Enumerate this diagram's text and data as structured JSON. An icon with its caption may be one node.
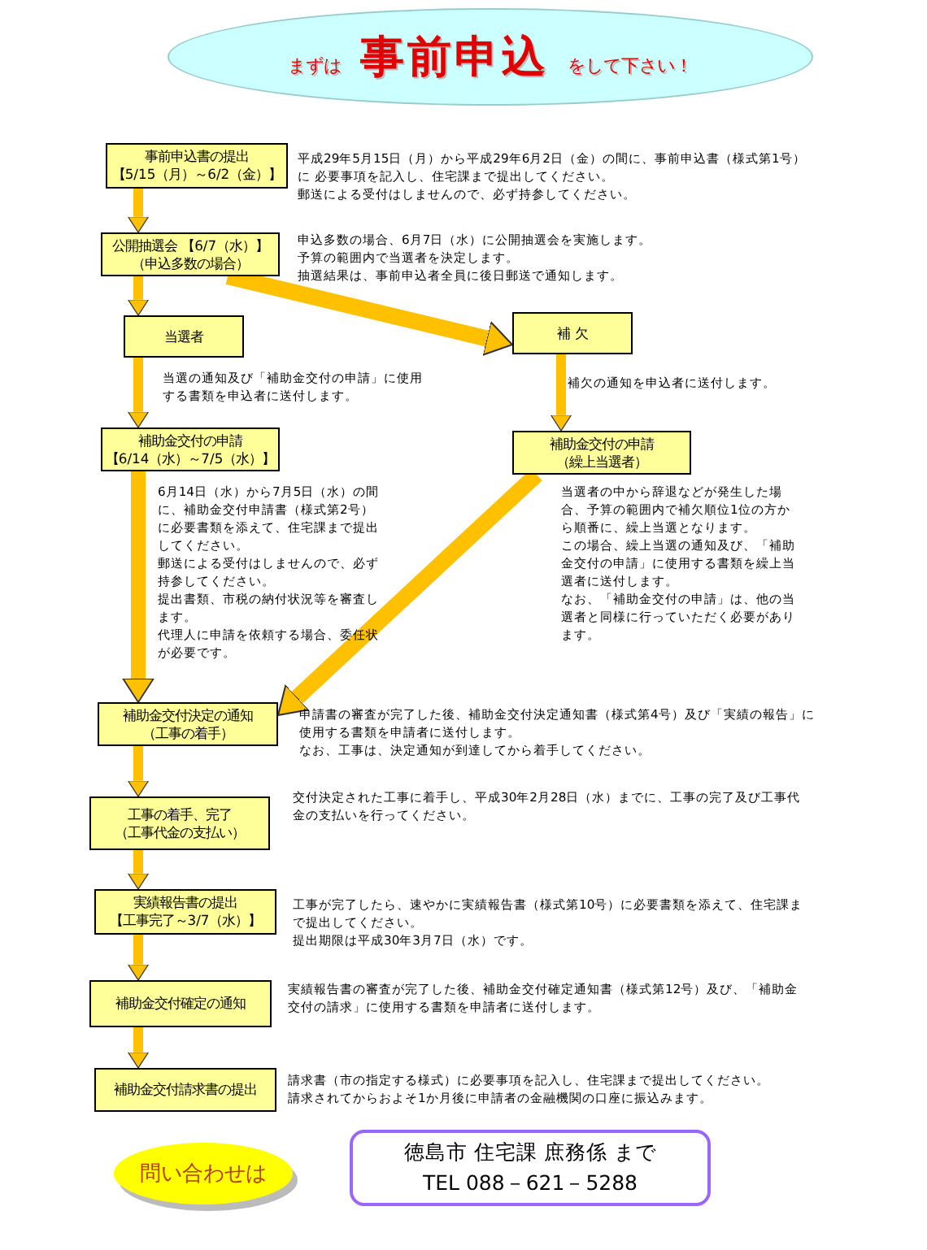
{
  "diagram": {
    "nodes": [
      {
        "text": [
          "まずは **事前申込** をして下さい！"
        ]
      },
      {
        "text": [
          "事前申込書の提出",
          "【5/15（月）～6/2（金）】"
        ],
        "beside": [
          "平成29年5月15日（月）から平成29年6月2日（金）の間に、事前申込書（様式第1号）に 必要事項を記入し、住宅課まで提出してください。",
          "郵送による受付はしませんので、必ず持参してください。"
        ]
      },
      {
        "text": [
          "公開抽選会 【6/7（水）】",
          "（申込多数の場合）"
        ],
        "beside": [
          "申込多数の場合、6月7日（水）に公開抽選会を実施します。",
          "予算の範囲内で当選者を決定します。",
          "抽選結果は、事前申込者全員に後日郵送で通知します。"
        ]
      },
      {
        "text": [
          "当選者"
        ],
        "beside": [
          "当選の通知及び「補助金交付の申請」に使用する書類を申込者に送付します。"
        ]
      },
      {
        "text": [
          "補 欠"
        ],
        "beside": [
          "補欠の通知を申込者に送付します。"
        ]
      },
      {
        "text": [
          "補助金交付の申請",
          "【6/14（水）～7/5（水）】"
        ],
        "beside": [
          "6月14日（水）から7月5日（水）の間に、補助金交付申請書（様式第2号）に必要書類を添えて、住宅課まで提出してください。",
          "郵送による受付はしませんので、必ず持参してください。",
          "提出書類、市税の納付状況等を審査します。",
          "代理人に申請を依頼する場合、委任状が必要です。"
        ]
      },
      {
        "text": [
          "補助金交付の申請",
          "（繰上当選者）"
        ],
        "beside": [
          "当選者の中から辞退などが発生した場合、予算の範囲内で補欠順位1位の方から順番に、繰上当選となります。",
          "この場合、繰上当選の通知及び、「補助金交付の申請」に使用する書類を繰上当選者に送付します。",
          "なお、「補助金交付の申請」は、他の当選者と同様に行っていただく必要があります。"
        ]
      },
      {
        "text": [
          "補助金交付決定の通知",
          "（工事の着手）"
        ],
        "beside": [
          "申請書の審査が完了した後、補助金交付決定通知書（様式第4号）及び「実績の報告」に使用する書類を申請者に送付します。",
          "なお、工事は、決定通知が到達してから着手してください。"
        ]
      },
      {
        "text": [
          "工事の着手、完了",
          "（工事代金の支払い）"
        ],
        "beside": [
          "交付決定された工事に着手し、平成30年2月28日（水）までに、工事の完了及び工事代金の支払いを行ってください。"
        ]
      },
      {
        "text": [
          "実績報告書の提出",
          "【工事完了～3/7（水）】"
        ],
        "beside": [
          "工事が完了したら、速やかに実績報告書（様式第10号）に必要書類を添えて、住宅課まで提出してください。",
          "提出期限は平成30年3月7日（水）です。"
        ]
      },
      {
        "text": [
          "補助金交付確定の通知"
        ],
        "beside": [
          "実績報告書の審査が完了した後、補助金交付確定通知書（様式第12号）及び、「補助金交付の請求」に使用する書類を申請者に送付します。"
        ]
      },
      {
        "text": [
          "補助金交付請求書の提出"
        ],
        "beside": [
          "請求書（市の指定する様式）に必要事項を記入し、住宅課まで提出してください。",
          "請求されてからおよそ1か月後に申請者の金融機関の口座に振込みます。"
        ]
      },
      {
        "text": [
          "問い合わせは"
        ]
      },
      {
        "text": [
          "徳島市 住宅課 庶務係 まで",
          "TEL 088－621－5288"
        ]
      }
    ],
    "edges": [
      {
        "from": 1,
        "to": 2,
        "arrow": "to"
      },
      {
        "from": 2,
        "to": 3,
        "arrow": "to"
      },
      {
        "from": 2,
        "to": 4,
        "arrow": "to"
      },
      {
        "from": 3,
        "to": 5,
        "arrow": "to"
      },
      {
        "from": 4,
        "to": 6,
        "arrow": "to"
      },
      {
        "from": 5,
        "to": 7,
        "arrow": "to"
      },
      {
        "from": 6,
        "to": 7,
        "arrow": "to"
      },
      {
        "from": 7,
        "to": 8,
        "arrow": "to"
      },
      {
        "from": 8,
        "to": 9,
        "arrow": "to"
      },
      {
        "from": 9,
        "to": 10,
        "arrow": "to"
      },
      {
        "from": 10,
        "to": 11,
        "arrow": "to"
      }
    ]
  }
}
